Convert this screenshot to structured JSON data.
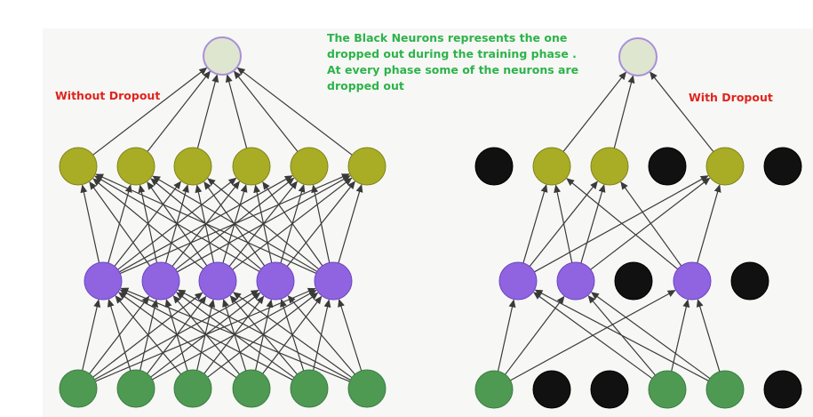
{
  "annotation": {
    "lines": [
      "The Black Neurons represents the one",
      "dropped out during the training phase .",
      "At every phase some of the neurons are",
      "dropped out"
    ]
  },
  "labels": {
    "without": "Without Dropout",
    "with": "With Dropout"
  },
  "colors": {
    "annotation_text": "#2db34a",
    "label_text": "#e0241c",
    "panel_bg": "#f7f7f6",
    "output_fill": "#dfe6cf",
    "output_stroke": "#a98fd8",
    "hidden2_fill": "#a9ad25",
    "hidden1_fill": "#9064e0",
    "input_fill": "#4e9a53",
    "dropped_fill": "#111111",
    "edge": "#3a3a3a"
  },
  "networks": [
    {
      "name": "without-dropout",
      "layers": [
        {
          "role": "input",
          "dropped": [
            false,
            false,
            false,
            false,
            false,
            false
          ]
        },
        {
          "role": "hidden1",
          "dropped": [
            false,
            false,
            false,
            false,
            false
          ]
        },
        {
          "role": "hidden2",
          "dropped": [
            false,
            false,
            false,
            false,
            false,
            false
          ]
        },
        {
          "role": "output",
          "dropped": [
            false
          ]
        }
      ]
    },
    {
      "name": "with-dropout",
      "layers": [
        {
          "role": "input",
          "dropped": [
            false,
            true,
            true,
            false,
            false,
            true
          ]
        },
        {
          "role": "hidden1",
          "dropped": [
            false,
            false,
            true,
            false,
            true
          ]
        },
        {
          "role": "hidden2",
          "dropped": [
            true,
            false,
            false,
            true,
            false,
            true
          ]
        },
        {
          "role": "output",
          "dropped": [
            false
          ]
        }
      ]
    }
  ]
}
